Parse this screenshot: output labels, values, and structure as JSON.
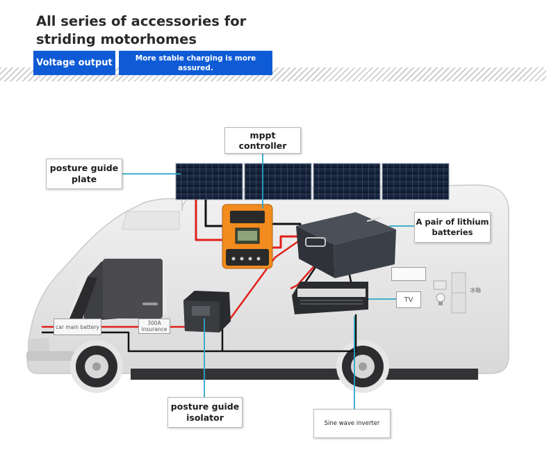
{
  "header": {
    "title": "All series of accessories for striding motorhomes",
    "tag_primary": "Voltage output",
    "tag_secondary": "More stable charging is more assured."
  },
  "callouts": {
    "mppt_controller": "mppt controller",
    "guide_plate": "posture guide plate",
    "lithium_batteries": "A pair of lithium batteries",
    "guide_isolator": "posture guide isolator",
    "sine_inverter": "Sine wave inverter"
  },
  "small_labels": {
    "main_battery": "car main battery",
    "insurance": "300A insurance",
    "tv": "TV",
    "fridge": "冰箱"
  },
  "colors": {
    "accent_blue": "#0f5bd6",
    "leader_line": "#2aa7c9",
    "positive_wire": "#e0201b",
    "negative_wire": "#111111",
    "panel_orange": "#f28c1e"
  },
  "icons": [
    "solar-panel-icon",
    "charge-controller-icon",
    "lithium-battery-icon",
    "inverter-icon",
    "isolator-icon",
    "motorhome-icon",
    "lamp-icon",
    "fridge-icon"
  ]
}
